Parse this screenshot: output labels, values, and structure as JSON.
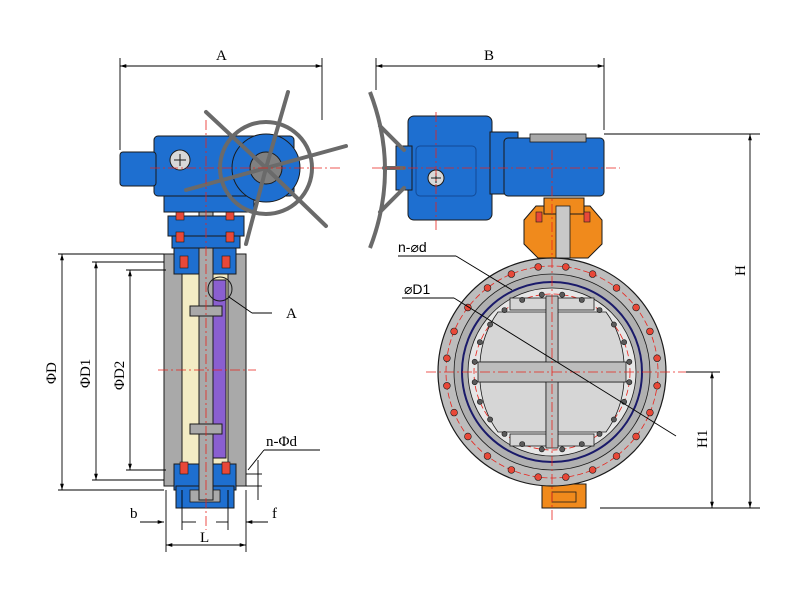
{
  "labels": {
    "A": "A",
    "B": "B",
    "H": "H",
    "H1": "H1",
    "L": "L",
    "b": "b",
    "f": "f",
    "D": "ΦD",
    "D1": "ΦD1",
    "D2": "ΦD2",
    "detail_A": "A",
    "n_d_side": "n-Φd",
    "n_d_front": "n-⌀d",
    "D1_front": "⌀D1"
  },
  "colors": {
    "actuator_blue": "#1e6fd0",
    "actuator_dark": "#124a96",
    "flange_gray": "#a9a9a9",
    "body_gray": "#c9c9c9",
    "seat_yellow": "#f3ecc4",
    "stem_purple": "#8a5fd0",
    "bracket_orange": "#f08a1c",
    "centerline_red": "#e8241c",
    "bolt_red": "#e84838"
  }
}
